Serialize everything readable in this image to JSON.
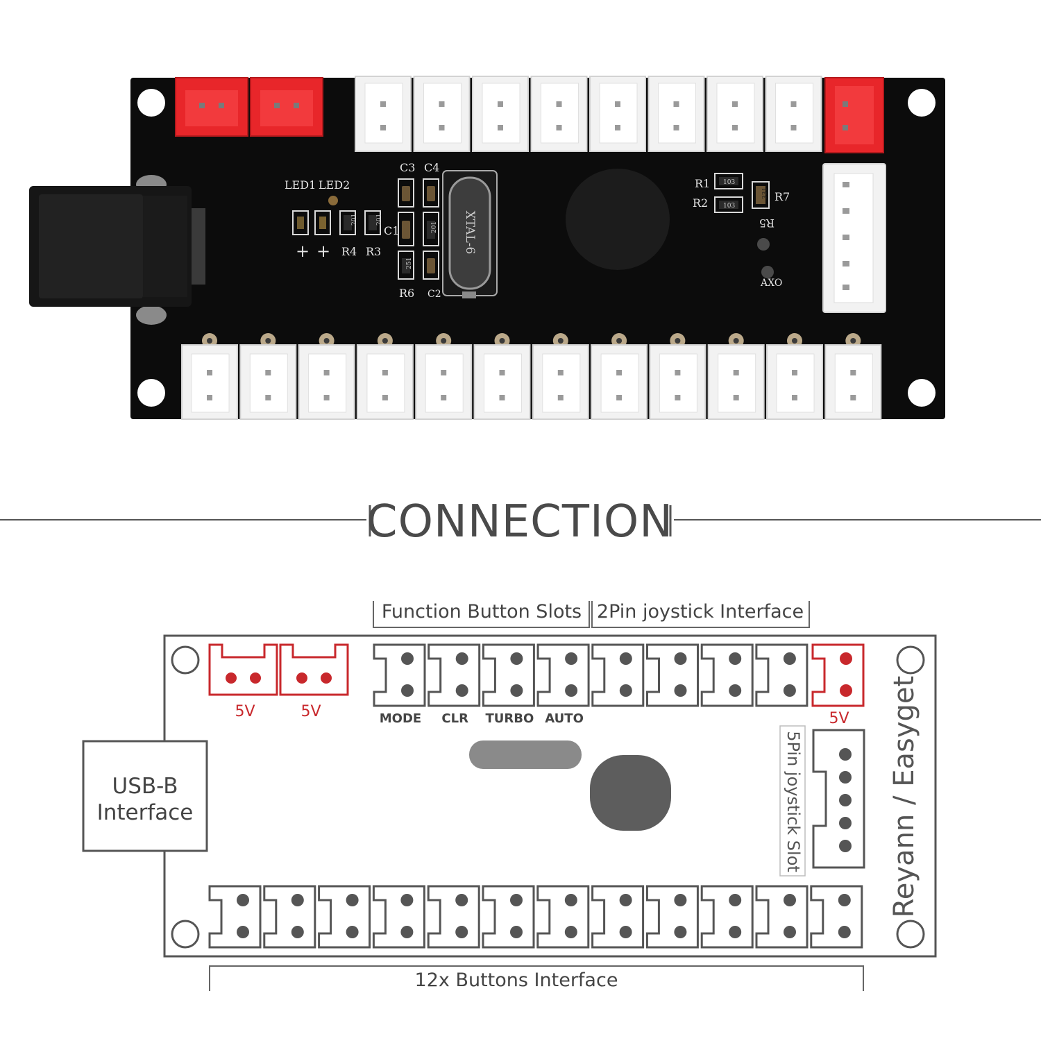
{
  "photo": {
    "silkscreen": {
      "led1": "LED1",
      "led2": "LED2",
      "plus1": "+",
      "plus2": "+",
      "r4": "R4",
      "r3": "R3",
      "c3": "C3",
      "c4": "C4",
      "c1": "C1",
      "r6": "R6",
      "c2": "C2",
      "crystal": "XTAL-6",
      "r1": "R1",
      "r2": "R2",
      "r7": "R7",
      "r5": "R5",
      "axo": "AXO",
      "code_103a": "103",
      "code_103b": "103",
      "code_331": "331",
      "code_201a": "201",
      "code_201b": "201",
      "code_201c": "201",
      "code_251": "251"
    },
    "colors": {
      "board": "#0c0c0c",
      "connector_white": "#f2f2f2",
      "connector_red": "#e8262a",
      "usb": "#161616"
    }
  },
  "section": {
    "title": "CONNECTION"
  },
  "diagram": {
    "bracket_function": "Function Button Slots",
    "bracket_2pin": "2Pin joystick Interface",
    "power_left_1": "5V",
    "power_left_2": "5V",
    "power_right": "5V",
    "function_labels": [
      "MODE",
      "CLR",
      "TURBO",
      "AUTO"
    ],
    "usb_line1": "USB-B",
    "usb_line2": "Interface",
    "slot_5pin": "5Pin joystick Slot",
    "brand": "Reyann / Easyget",
    "bracket_buttons": "12x Buttons Interface",
    "colors": {
      "outline": "#555555",
      "red": "#c8282c",
      "text": "#444444"
    }
  }
}
